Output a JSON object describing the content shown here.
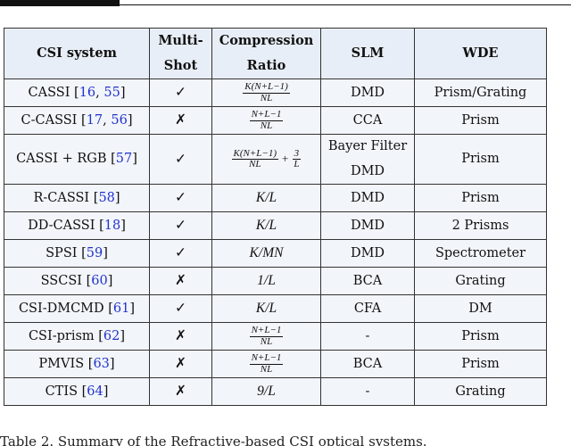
{
  "table": {
    "headers": {
      "system": "CSI system",
      "multishot_line1": "Multi-",
      "multishot_line2": "Shot",
      "ratio_line1": "Compression",
      "ratio_line2": "Ratio",
      "slm": "SLM",
      "wde": "WDE"
    },
    "rows": [
      {
        "name": "CASSI [",
        "refs": [
          "16",
          "55"
        ],
        "mark": "✓",
        "ratio_num": "K(N+L−1)",
        "ratio_den": "NL",
        "slm": "DMD",
        "wde": "Prism/Grating"
      },
      {
        "name": "C-CASSI [",
        "refs": [
          "17",
          "56"
        ],
        "mark": "✗",
        "ratio_num": "N+L−1",
        "ratio_den": "NL",
        "slm": "CCA",
        "wde": "Prism"
      },
      {
        "name": "CASSI + RGB [",
        "refs": [
          "57"
        ],
        "mark": "✓",
        "ratio_num": "K(N+L−1)",
        "ratio_den": "NL",
        "ratio_plus": "+",
        "ratio_num2": "3",
        "ratio_den2": "L",
        "slm_line1": "Bayer Filter",
        "slm_line2": "DMD",
        "wde": "Prism"
      },
      {
        "name": "R-CASSI [",
        "refs": [
          "58"
        ],
        "mark": "✓",
        "ratio": "K/L",
        "slm": "DMD",
        "wde": "Prism"
      },
      {
        "name": "DD-CASSI [",
        "refs": [
          "18"
        ],
        "mark": "✓",
        "ratio": "K/L",
        "slm": "DMD",
        "wde": "2 Prisms"
      },
      {
        "name": "SPSI [",
        "refs": [
          "59"
        ],
        "mark": "✓",
        "ratio": "K/MN",
        "slm": "DMD",
        "wde": "Spectrometer"
      },
      {
        "name": "SSCSI [",
        "refs": [
          "60"
        ],
        "mark": "✗",
        "ratio": "1/L",
        "slm": "BCA",
        "wde": "Grating"
      },
      {
        "name": "CSI-DMCMD [",
        "refs": [
          "61"
        ],
        "mark": "✓",
        "ratio": "K/L",
        "slm": "CFA",
        "wde": "DM"
      },
      {
        "name": "CSI-prism [",
        "refs": [
          "62"
        ],
        "mark": "✗",
        "ratio_num": "N+L−1",
        "ratio_den": "NL",
        "slm": "-",
        "wde": "Prism"
      },
      {
        "name": "PMVIS [",
        "refs": [
          "63"
        ],
        "mark": "✗",
        "ratio_num": "N+L−1",
        "ratio_den": "NL",
        "slm": "BCA",
        "wde": "Prism"
      },
      {
        "name": "CTIS [",
        "refs": [
          "64"
        ],
        "mark": "✗",
        "ratio": "9/L",
        "slm": "-",
        "wde": "Grating"
      }
    ]
  },
  "caption": "Table 2. Summary of the Refractive-based CSI optical systems."
}
